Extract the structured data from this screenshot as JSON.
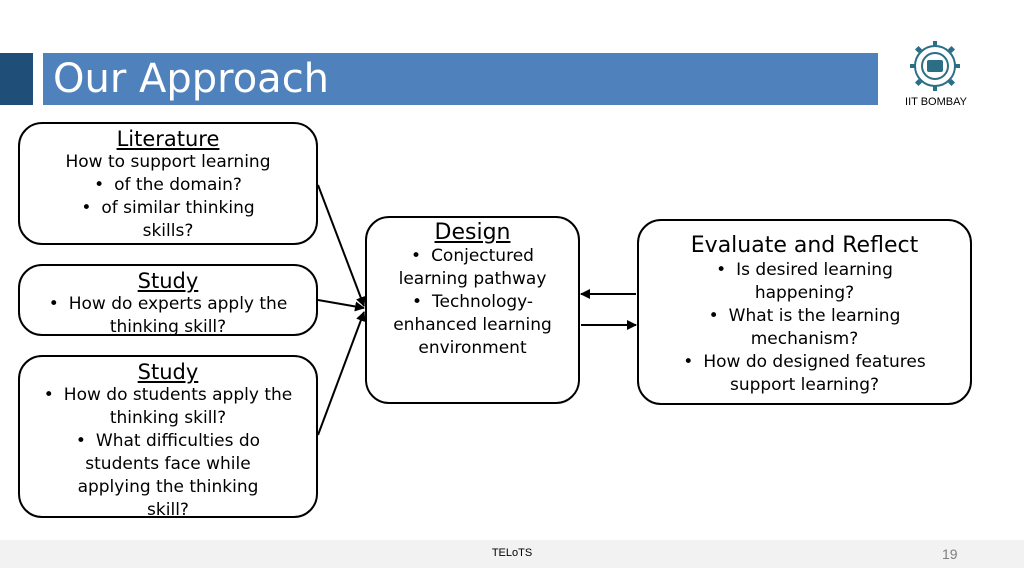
{
  "slide": {
    "title": "Our Approach",
    "org_label": "IIT BOMBAY",
    "footer_text": "TELoTS",
    "page_number": "19"
  },
  "boxes": {
    "literature": {
      "title": "Literature",
      "lead": "How to support learning",
      "bullets": [
        "of the domain?",
        "of similar thinking skills?"
      ]
    },
    "study_experts": {
      "title": "Study",
      "bullets": [
        "How do experts apply the thinking skill?"
      ]
    },
    "study_students": {
      "title": "Study",
      "bullets": [
        "How do students apply the thinking skill?",
        "What difficulties do students face while applying the thinking skill?"
      ]
    },
    "design": {
      "title": "Design",
      "bullets": [
        "Conjectured learning pathway",
        "Technology-enhanced learning environment"
      ]
    },
    "evaluate": {
      "title": "Evaluate and Reflect",
      "bullets": [
        "Is desired learning happening?",
        "What is the learning mechanism?",
        "How do designed features support learning?"
      ]
    }
  },
  "colors": {
    "title_bar": "#4f81bd",
    "title_bar_accent": "#1f4e79",
    "footer_bg": "#f2f2f2"
  }
}
